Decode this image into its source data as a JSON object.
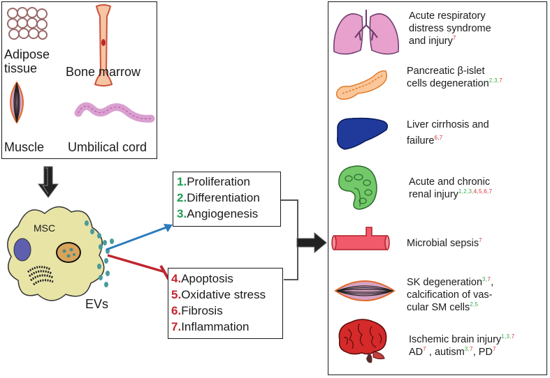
{
  "sources": {
    "adipose": "Adipose tissue",
    "bone_marrow": "Bone marrow",
    "muscle": "Muscle",
    "umbilical_cord": "Umbilical cord"
  },
  "cell": {
    "msc": "MSC",
    "evs": "EVs"
  },
  "promoted_effects": [
    {
      "num": "1.",
      "label": "Proliferation"
    },
    {
      "num": "2.",
      "label": "Differentiation"
    },
    {
      "num": "3.",
      "label": "Angiogenesis"
    }
  ],
  "inhibited_effects": [
    {
      "num": "4.",
      "label": "Apoptosis"
    },
    {
      "num": "5.",
      "label": "Oxidative stress"
    },
    {
      "num": "6.",
      "label": "Fibrosis"
    },
    {
      "num": "7.",
      "label": "Inflammation"
    }
  ],
  "diseases": {
    "lung": {
      "line1": "Acute respiratory",
      "line2": "distress syndrome",
      "line3": "and injury",
      "refs": "7"
    },
    "pancreas": {
      "line1": "Pancreatic β-islet",
      "line2": "cells degeneration",
      "refs_green": "2,3,",
      "refs_red": "7"
    },
    "liver": {
      "line1": "Liver cirrhosis and",
      "line2": "failure",
      "refs": "6,7"
    },
    "kidney": {
      "line1": "Acute and chronic",
      "line2": "renal injury",
      "refs_green": "1,2,3,",
      "refs_red": "4,5,6,7"
    },
    "vessel": {
      "line1": "Microbial sepsis",
      "refs": "7"
    },
    "muscle": {
      "line1": "SK degeneration",
      "refs1_green": "3,",
      "refs1_red": "7",
      "line1_end": ",",
      "line2": "calcification of vas-",
      "line3": "cular SM cells",
      "refs3": "2,5"
    },
    "brain": {
      "line1": "Ischemic brain injury",
      "refs1_green": "1,3,",
      "refs1_red": "7",
      "line2a": "AD",
      "refs2a": "7",
      "line2b": " , autism",
      "refs2b_green": "3,",
      "refs2b_red": "7",
      "line2c": ", PD",
      "refs2c": "7"
    }
  },
  "colors": {
    "green": "#1f9d55",
    "red": "#c0262f",
    "blue_arrow": "#2a7bbd",
    "cell_fill": "#e8e4a6"
  }
}
